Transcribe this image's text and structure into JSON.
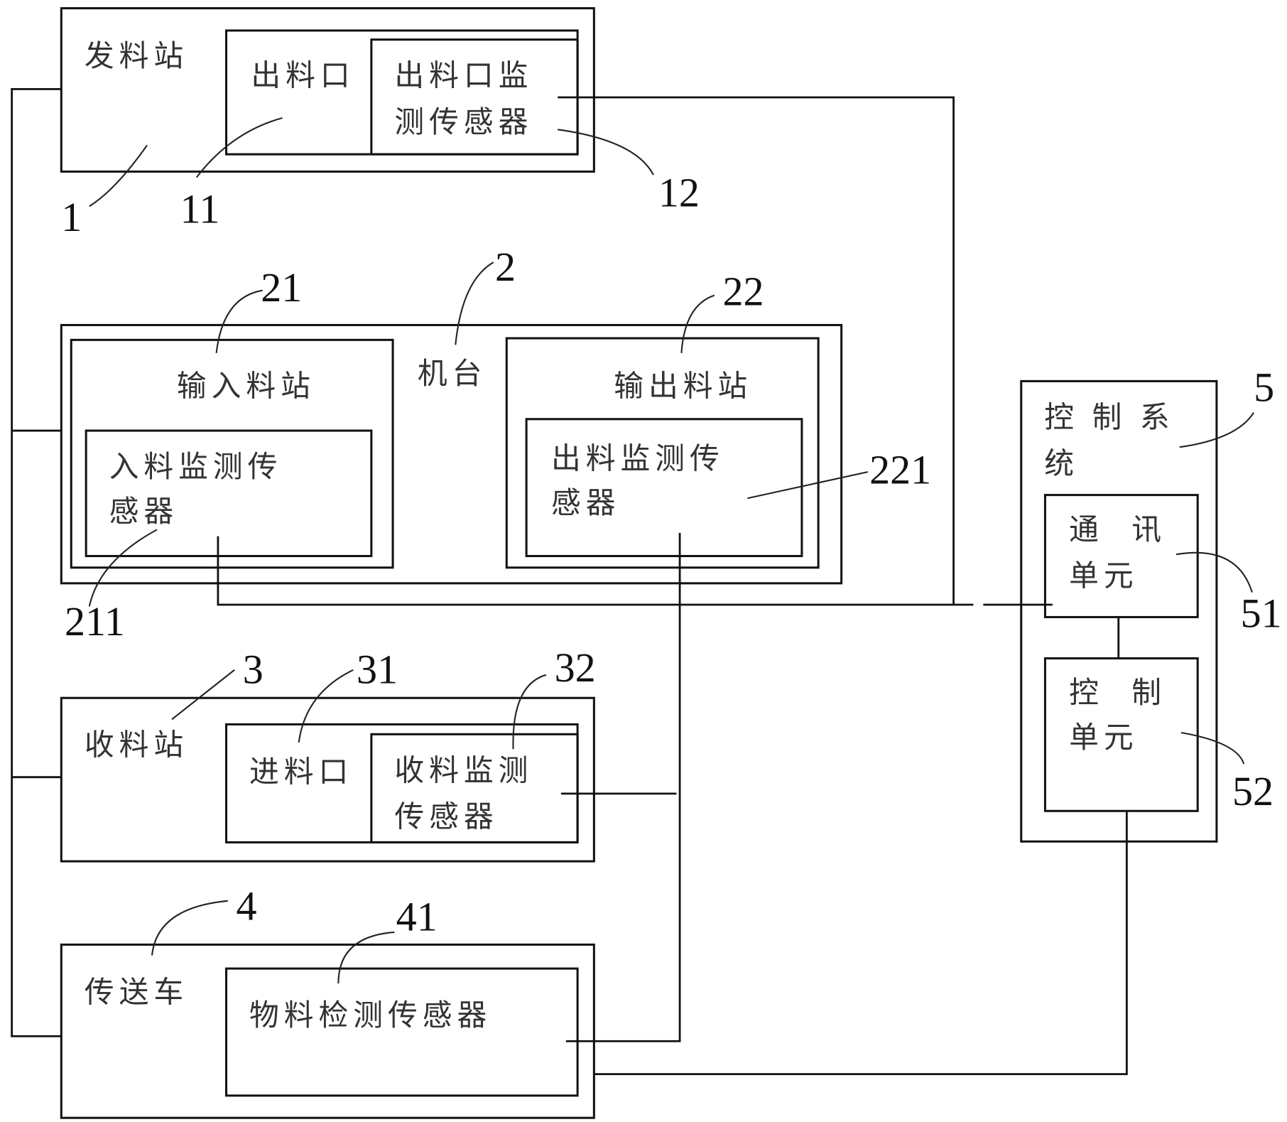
{
  "diagram": {
    "issuing_station": {
      "label": "发料站",
      "ref": "1"
    },
    "discharge_port": {
      "label": "出料口",
      "ref": "11"
    },
    "discharge_port_sensor": {
      "line1": "出料口监",
      "line2": "测传感器",
      "ref": "12"
    },
    "machine": {
      "label": "机台",
      "ref": "2"
    },
    "input_station": {
      "label": "输入料站",
      "ref": "21"
    },
    "input_sensor": {
      "line1": "入料监测传",
      "line2": "感器",
      "ref": "211"
    },
    "output_station": {
      "label": "输出料站",
      "ref": "22"
    },
    "output_sensor": {
      "line1": "出料监测传",
      "line2": "感器",
      "ref": "221"
    },
    "receiving_station": {
      "label": "收料站",
      "ref": "3"
    },
    "feed_port": {
      "label": "进料口",
      "ref": "31"
    },
    "receiving_sensor": {
      "line1": "收料监测",
      "line2": "传感器",
      "ref": "32"
    },
    "transfer_cart": {
      "label": "传送车",
      "ref": "4"
    },
    "material_sensor": {
      "label": "物料检测传感器",
      "ref": "41"
    },
    "control_system": {
      "line1": "控制系",
      "line2": "统",
      "ref": "5"
    },
    "comm_unit": {
      "line1": "通讯",
      "line2": "单元",
      "ref": "51"
    },
    "control_unit": {
      "line1": "控制",
      "line2": "单元",
      "ref": "52"
    }
  }
}
